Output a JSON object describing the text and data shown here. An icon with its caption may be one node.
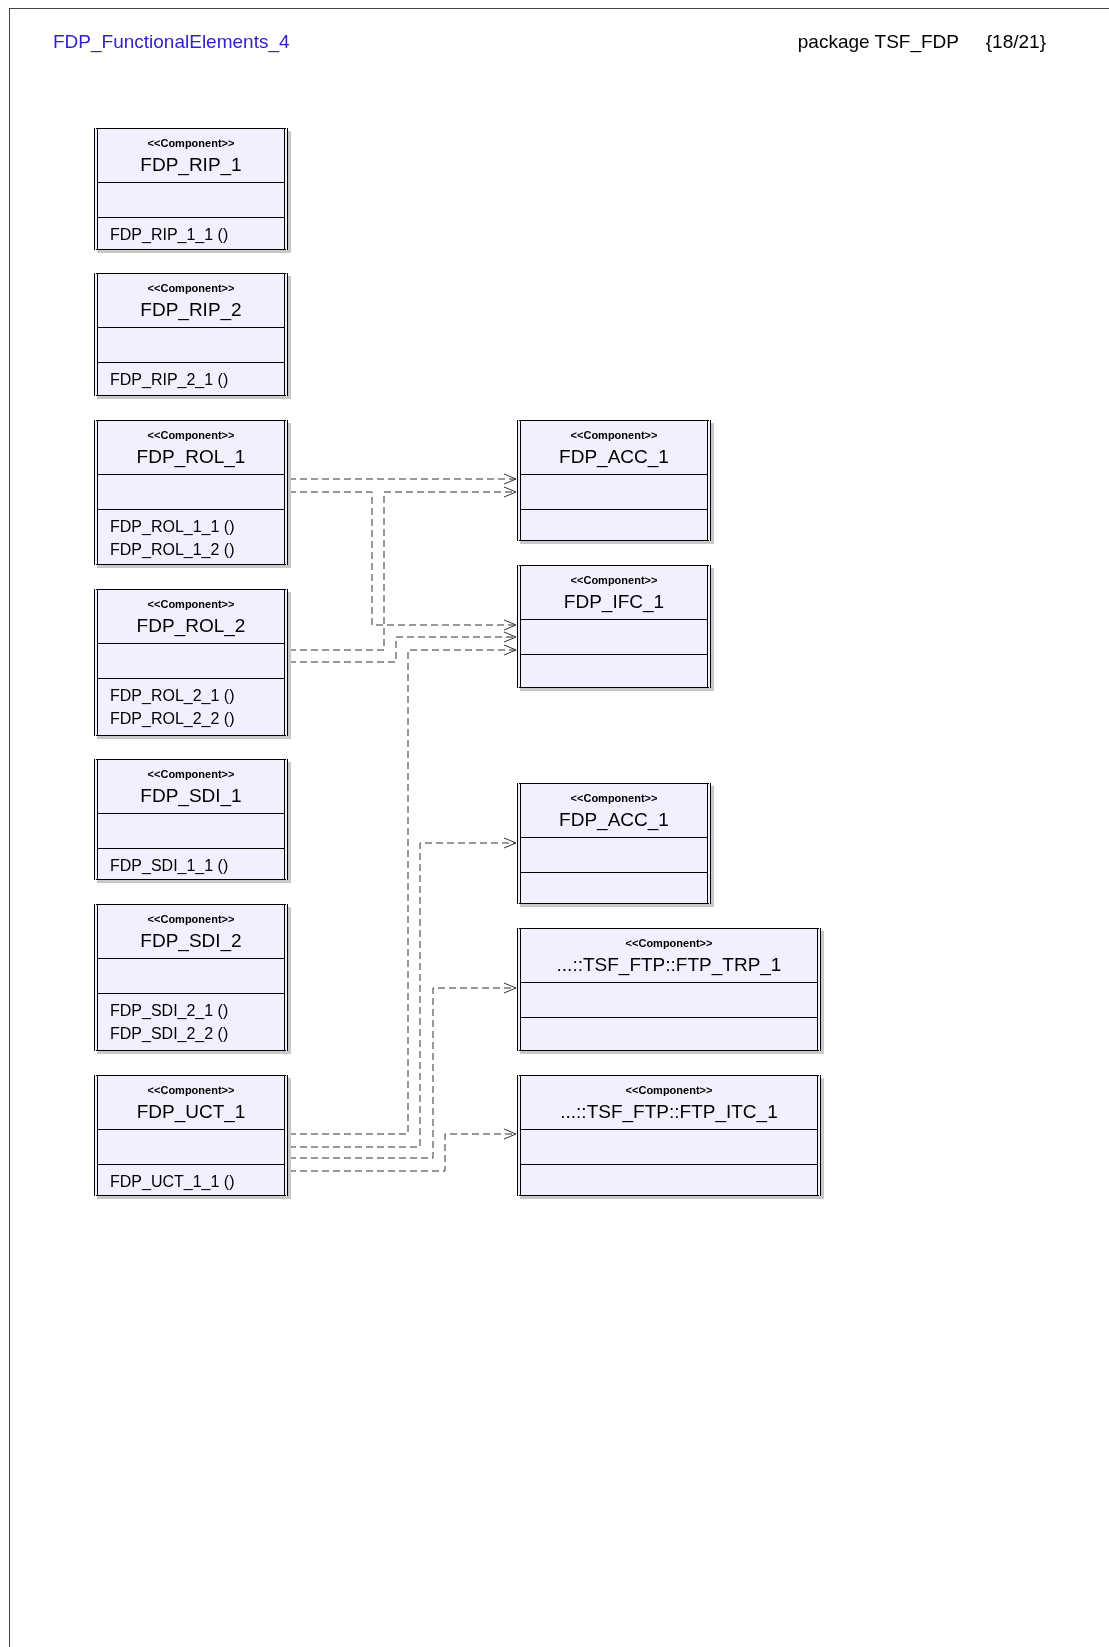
{
  "diagram": {
    "title": "FDP_FunctionalElements_4",
    "nodes": [
      {
        "text": [
          "<<Component>>",
          "FDP_RIP_1",
          "FDP_RIP_1_1 ()"
        ]
      },
      {
        "text": [
          "<<Component>>",
          "FDP_RIP_2",
          "FDP_RIP_2_1 ()"
        ]
      },
      {
        "text": [
          "<<Component>>",
          "FDP_ROL_1",
          "FDP_ROL_1_1 ()",
          "FDP_ROL_1_2 ()"
        ]
      },
      {
        "text": [
          "<<Component>>",
          "FDP_ROL_2",
          "FDP_ROL_2_1 ()",
          "FDP_ROL_2_2 ()"
        ]
      },
      {
        "text": [
          "<<Component>>",
          "FDP_SDI_1",
          "FDP_SDI_1_1 ()"
        ]
      },
      {
        "text": [
          "<<Component>>",
          "FDP_SDI_2",
          "FDP_SDI_2_1 ()",
          "FDP_SDI_2_2 ()"
        ]
      },
      {
        "text": [
          "<<Component>>",
          "FDP_UCT_1",
          "FDP_UCT_1_1 ()"
        ]
      },
      {
        "text": [
          "<<Component>>",
          "FDP_ACC_1"
        ]
      },
      {
        "text": [
          "<<Component>>",
          "FDP_IFC_1"
        ]
      },
      {
        "text": [
          "<<Component>>",
          "FDP_ACC_1"
        ]
      },
      {
        "text": [
          "<<Component>>",
          "...::TSF_FTP::FTP_TRP_1"
        ]
      },
      {
        "text": [
          "<<Component>>",
          "...::TSF_FTP::FTP_ITC_1"
        ]
      }
    ],
    "edges": [
      {
        "from": 2,
        "to": 7,
        "arrow": "to",
        "style": "dashed"
      },
      {
        "from": 2,
        "to": 8,
        "arrow": "to",
        "style": "dashed"
      },
      {
        "from": 3,
        "to": 7,
        "arrow": "to",
        "style": "dashed"
      },
      {
        "from": 3,
        "to": 8,
        "arrow": "to",
        "style": "dashed"
      },
      {
        "from": 6,
        "to": 8,
        "arrow": "to",
        "style": "dashed"
      },
      {
        "from": 6,
        "to": 9,
        "arrow": "to",
        "style": "dashed"
      },
      {
        "from": 6,
        "to": 10,
        "arrow": "to",
        "style": "dashed"
      },
      {
        "from": 6,
        "to": 11,
        "arrow": "to",
        "style": "dashed"
      }
    ],
    "labels": [
      "package TSF_FDP",
      "{18/21}"
    ]
  }
}
